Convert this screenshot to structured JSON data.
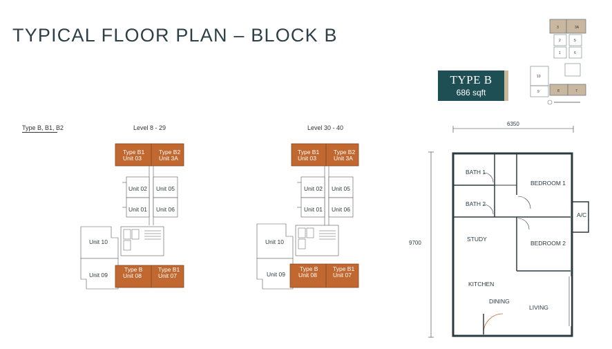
{
  "page": {
    "title": "TYPICAL FLOOR PLAN – BLOCK B"
  },
  "badge": {
    "type": "TYPE B",
    "size": "686 sqft"
  },
  "legend_label": "Type B, B1, B2",
  "colors": {
    "highlight_unit": "#c0682f",
    "badge_bg": "#1d4f55",
    "badge_strip": "#c8b89a",
    "line": "#2b3a40",
    "keyplan_highlight": "#c9b7a0"
  },
  "plans": [
    {
      "level": "Level 8 - 29",
      "units": {
        "unit_03": {
          "type": "Type B1",
          "name": "Unit 03"
        },
        "unit_3a": {
          "type": "Type B2",
          "name": "Unit 3A"
        },
        "unit_02": {
          "name": "Unit 02"
        },
        "unit_05": {
          "name": "Unit 05"
        },
        "unit_01": {
          "name": "Unit 01"
        },
        "unit_06": {
          "name": "Unit 06"
        },
        "unit_10": {
          "name": "Unit 10"
        },
        "unit_09": {
          "name": "Unit 09"
        },
        "unit_08": {
          "type": "Type B",
          "name": "Unit 08"
        },
        "unit_07": {
          "type": "Type B1",
          "name": "Unit 07"
        }
      }
    },
    {
      "level": "Level 30 - 40",
      "units": {
        "unit_03": {
          "type": "Type B1",
          "name": "Unit 03"
        },
        "unit_3a": {
          "type": "Type B2",
          "name": "Unit 3A"
        },
        "unit_02": {
          "name": "Unit 02"
        },
        "unit_05": {
          "name": "Unit 05"
        },
        "unit_01": {
          "name": "Unit 01"
        },
        "unit_06": {
          "name": "Unit 06"
        },
        "unit_10": {
          "name": "Unit 10"
        },
        "unit_09": {
          "name": "Unit 09"
        },
        "unit_08": {
          "type": "Type B",
          "name": "Unit 08"
        },
        "unit_07": {
          "type": "Type B1",
          "name": "Unit 07"
        }
      }
    }
  ],
  "keyplan": {
    "labels": [
      "3",
      "3A",
      "2",
      "5",
      "1",
      "6",
      "10",
      "9",
      "8",
      "7"
    ]
  },
  "unit_plan": {
    "width_dim": "6350",
    "depth_dim": "9700",
    "rooms": {
      "bath1": "BATH 1",
      "bath2": "BATH 2",
      "bedroom1": "BEDROOM 1",
      "bedroom2": "BEDROOM 2",
      "ac": "A/C",
      "study": "STUDY",
      "kitchen": "KITCHEN",
      "dining": "DINING",
      "living": "LIVING"
    }
  }
}
